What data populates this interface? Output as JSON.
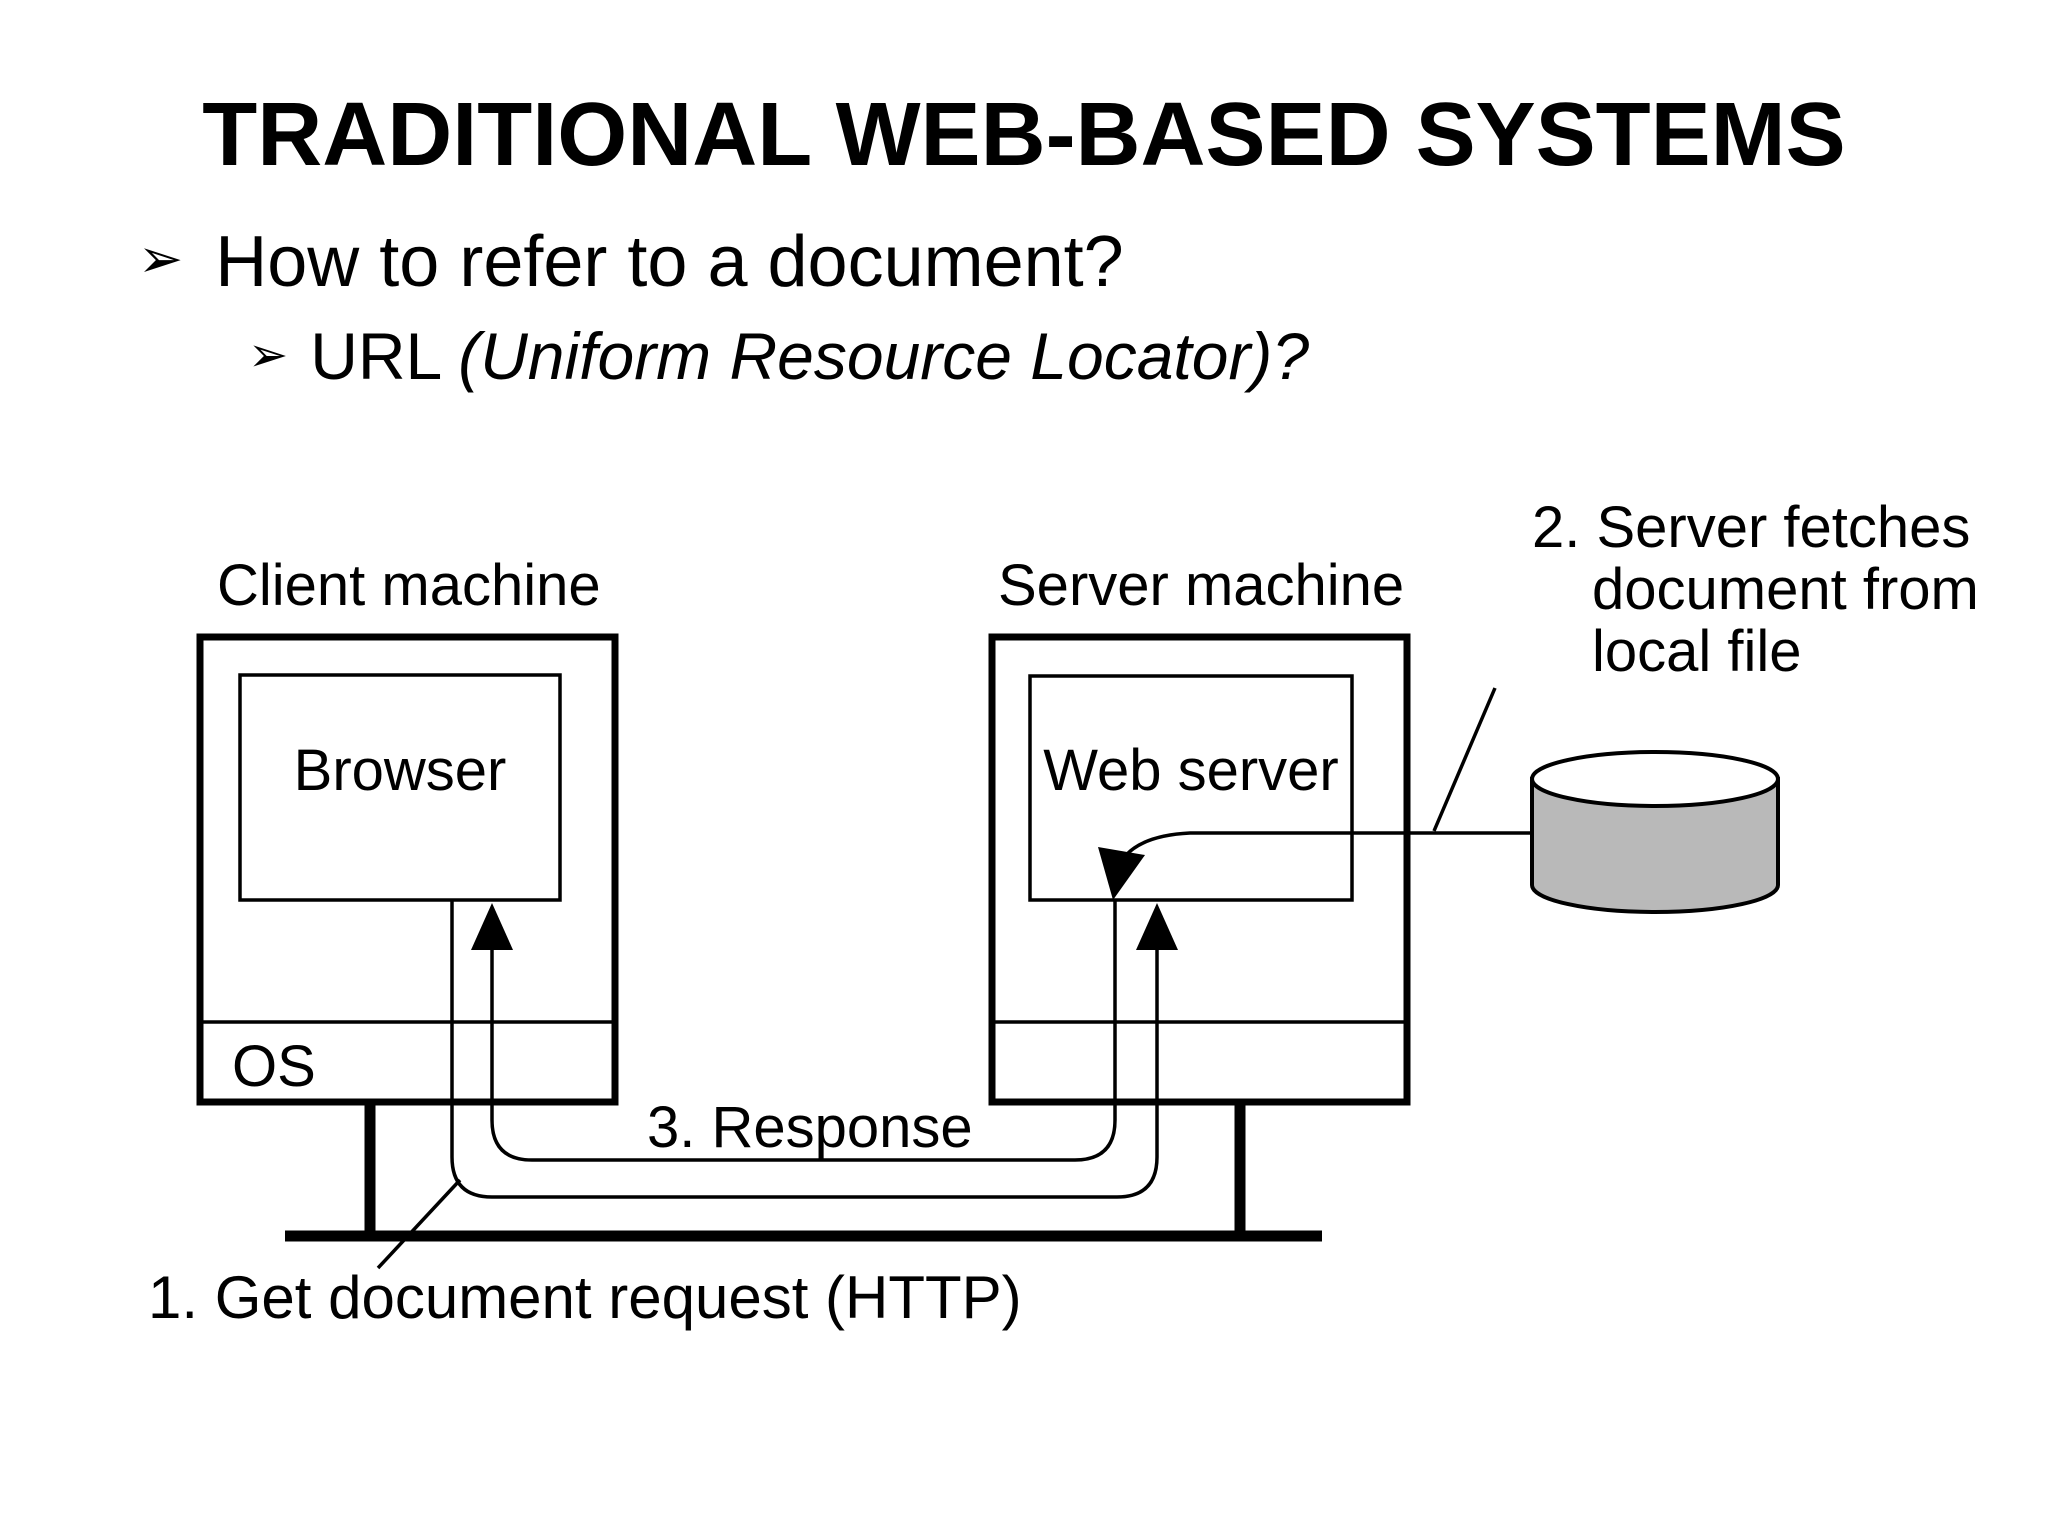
{
  "slide": {
    "title": "TRADITIONAL WEB-BASED SYSTEMS",
    "bullets": [
      {
        "level": 1,
        "glyph": "➢",
        "segments": [
          {
            "text": "How to refer to a document?",
            "italic": false
          }
        ]
      },
      {
        "level": 2,
        "glyph": "➢",
        "segments": [
          {
            "text": "URL ",
            "italic": false
          },
          {
            "text": "(Uniform Resource Locator)?",
            "italic": true
          }
        ]
      }
    ]
  },
  "diagram": {
    "client": {
      "label": "Client machine",
      "inner_label": "Browser",
      "os_label": "OS"
    },
    "server": {
      "label": "Server machine",
      "inner_label": "Web server"
    },
    "storage": {
      "name": "local-file-disk"
    },
    "annotations": {
      "step1": "1. Get document request (HTTP)",
      "step2_lines": [
        "2. Server fetches",
        "document from",
        "local file"
      ],
      "step3": "3. Response"
    },
    "colors": {
      "line": "#000000",
      "cylinder_fill": "#b9b9b9",
      "cylinder_top_fill": "#ffffff",
      "background": "#ffffff"
    }
  }
}
